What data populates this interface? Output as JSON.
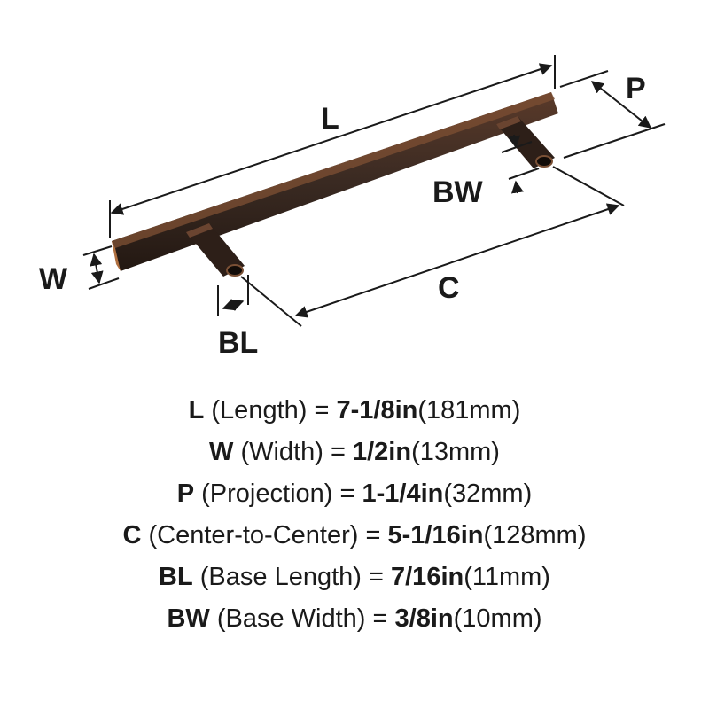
{
  "diagram": {
    "labels": {
      "length": "L",
      "width": "W",
      "projection": "P",
      "center": "C",
      "base_length": "BL",
      "base_width": "BW"
    },
    "colors": {
      "handle": "#3a2a22",
      "handle_highlight": "#8a5a3a",
      "lines": "#1a1a1a"
    }
  },
  "specs": [
    {
      "code": "L",
      "name": " (Length) = ",
      "imperial": "7-1/8in",
      "metric": "(181mm)"
    },
    {
      "code": "W",
      "name": " (Width) = ",
      "imperial": "1/2in",
      "metric": "(13mm)"
    },
    {
      "code": "P",
      "name": " (Projection) = ",
      "imperial": "1-1/4in",
      "metric": "(32mm)"
    },
    {
      "code": "C",
      "name": " (Center-to-Center) = ",
      "imperial": "5-1/16in",
      "metric": "(128mm)"
    },
    {
      "code": "BL",
      "name": " (Base Length) = ",
      "imperial": "7/16in",
      "metric": "(11mm)"
    },
    {
      "code": "BW",
      "name": " (Base Width) = ",
      "imperial": "3/8in",
      "metric": "(10mm)"
    }
  ]
}
